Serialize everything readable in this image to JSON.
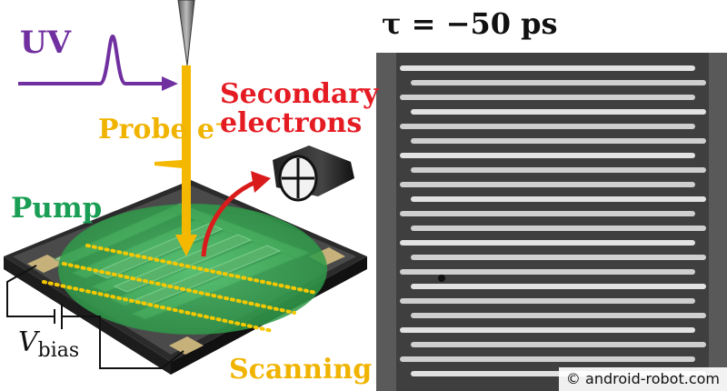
{
  "labels": {
    "uv": "UV",
    "probe": "Probe e⁻",
    "secondary_line1": "Secondary",
    "secondary_line2": "electrons",
    "pump": "Pump",
    "vbias_main": "V",
    "vbias_sub": "bias",
    "scanning": "Scanning",
    "tau": "τ = −50 ps",
    "watermark": "© android-robot.com"
  },
  "colors": {
    "uv": "#7030a0",
    "probe": "#f0b400",
    "secondary": "#e51b23",
    "pump": "#1a9e55",
    "substrate": "#3a3a3a",
    "pads": "#b9a36d"
  }
}
